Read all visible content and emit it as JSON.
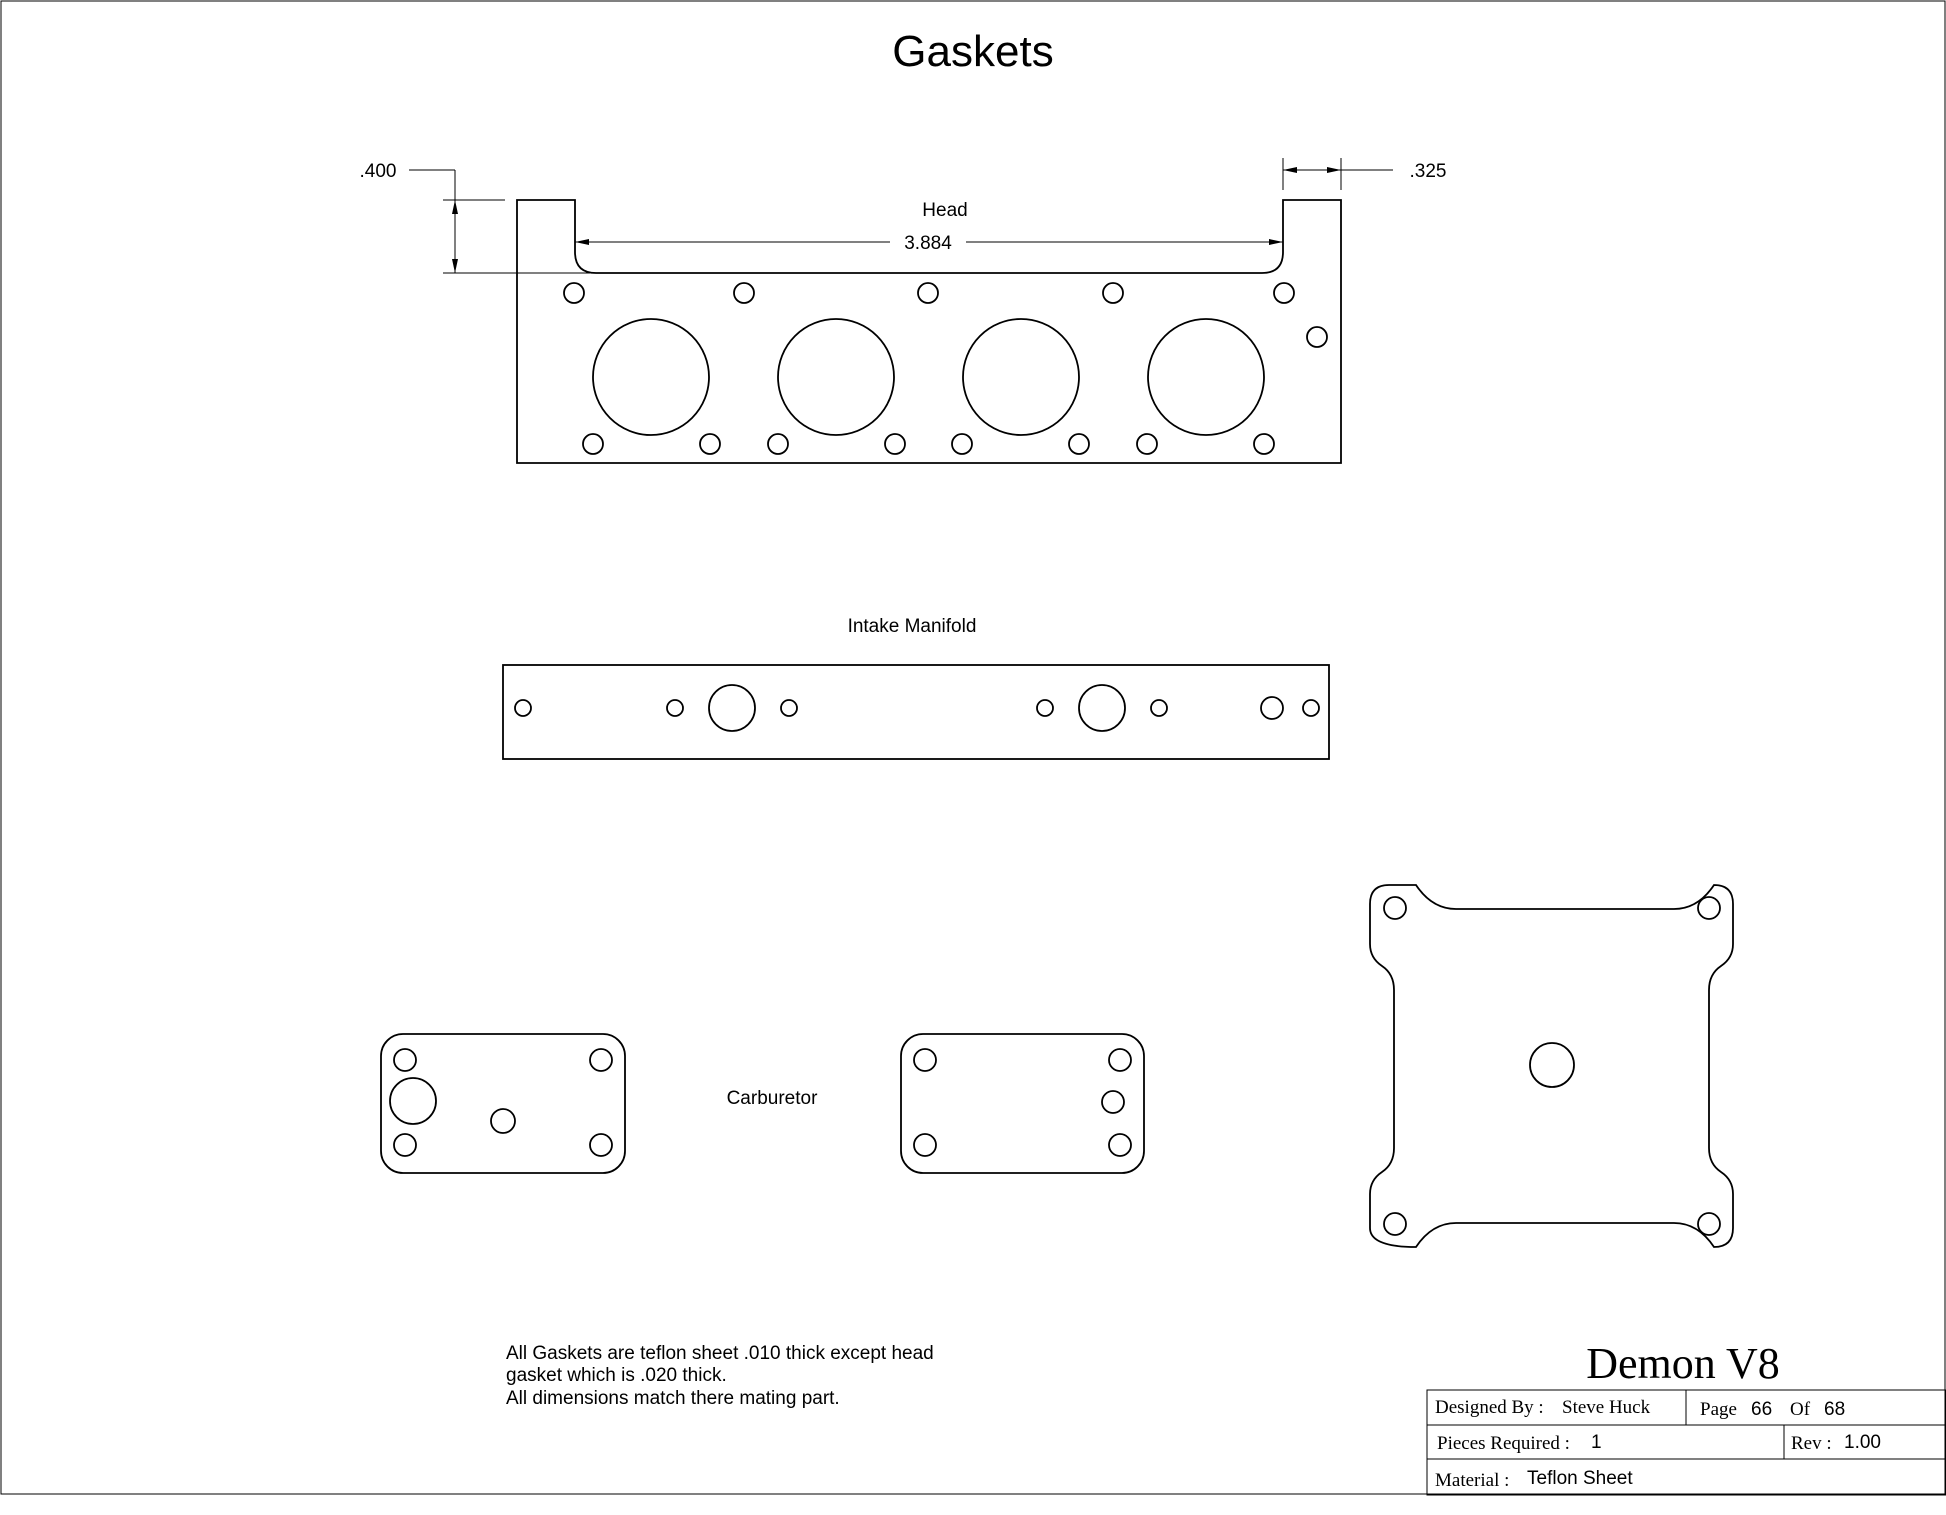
{
  "title": "Gaskets",
  "labels": {
    "head": "Head",
    "intake": "Intake Manifold",
    "carburetor": "Carburetor"
  },
  "dimensions": {
    "left_height": ".400",
    "right_width": ".325",
    "span": "3.884"
  },
  "notes": [
    "All Gaskets are teflon sheet .010 thick except head",
    "gasket which is .020 thick.",
    "All dimensions match there mating part."
  ],
  "title_block": {
    "project": "Demon V8",
    "designed_by_label": "Designed By :",
    "designed_by": "Steve Huck",
    "page_label": "Page",
    "page": "66",
    "of_label": "Of",
    "of": "68",
    "pieces_label": "Pieces Required :",
    "pieces": "1",
    "rev_label": "Rev :",
    "rev": "1.00",
    "material_label": "Material :",
    "material": "Teflon Sheet"
  }
}
